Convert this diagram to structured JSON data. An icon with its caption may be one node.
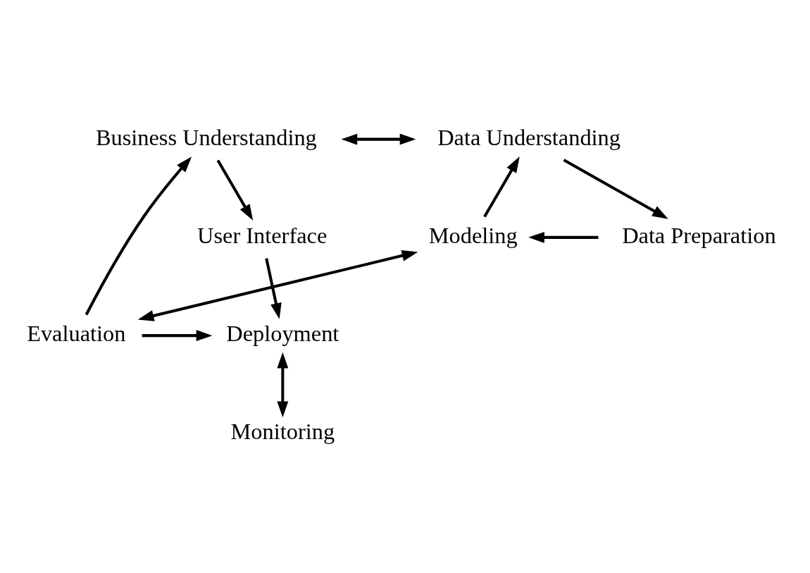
{
  "diagram": {
    "nodes": [
      {
        "text": [
          "Business Understanding"
        ]
      },
      {
        "text": [
          "Data Understanding"
        ]
      },
      {
        "text": [
          "User Interface"
        ]
      },
      {
        "text": [
          "Data Preparation"
        ]
      },
      {
        "text": [
          "Modeling"
        ]
      },
      {
        "text": [
          "Deployment"
        ]
      },
      {
        "text": [
          "Evaluation"
        ]
      },
      {
        "text": [
          "Monitoring"
        ]
      }
    ],
    "edges": [
      {
        "from": 0,
        "to": 1,
        "arrow": "both"
      },
      {
        "from": 0,
        "to": 2,
        "arrow": "to"
      },
      {
        "from": 1,
        "to": 3,
        "arrow": "to"
      },
      {
        "from": 3,
        "to": 4,
        "arrow": "to"
      },
      {
        "from": 4,
        "to": 1,
        "arrow": "to"
      },
      {
        "from": 4,
        "to": 6,
        "arrow": "both"
      },
      {
        "from": 2,
        "to": 5,
        "arrow": "to"
      },
      {
        "from": 6,
        "to": 5,
        "arrow": "to"
      },
      {
        "from": 6,
        "to": 0,
        "arrow": "to"
      },
      {
        "from": 5,
        "to": 7,
        "arrow": "both"
      }
    ]
  }
}
